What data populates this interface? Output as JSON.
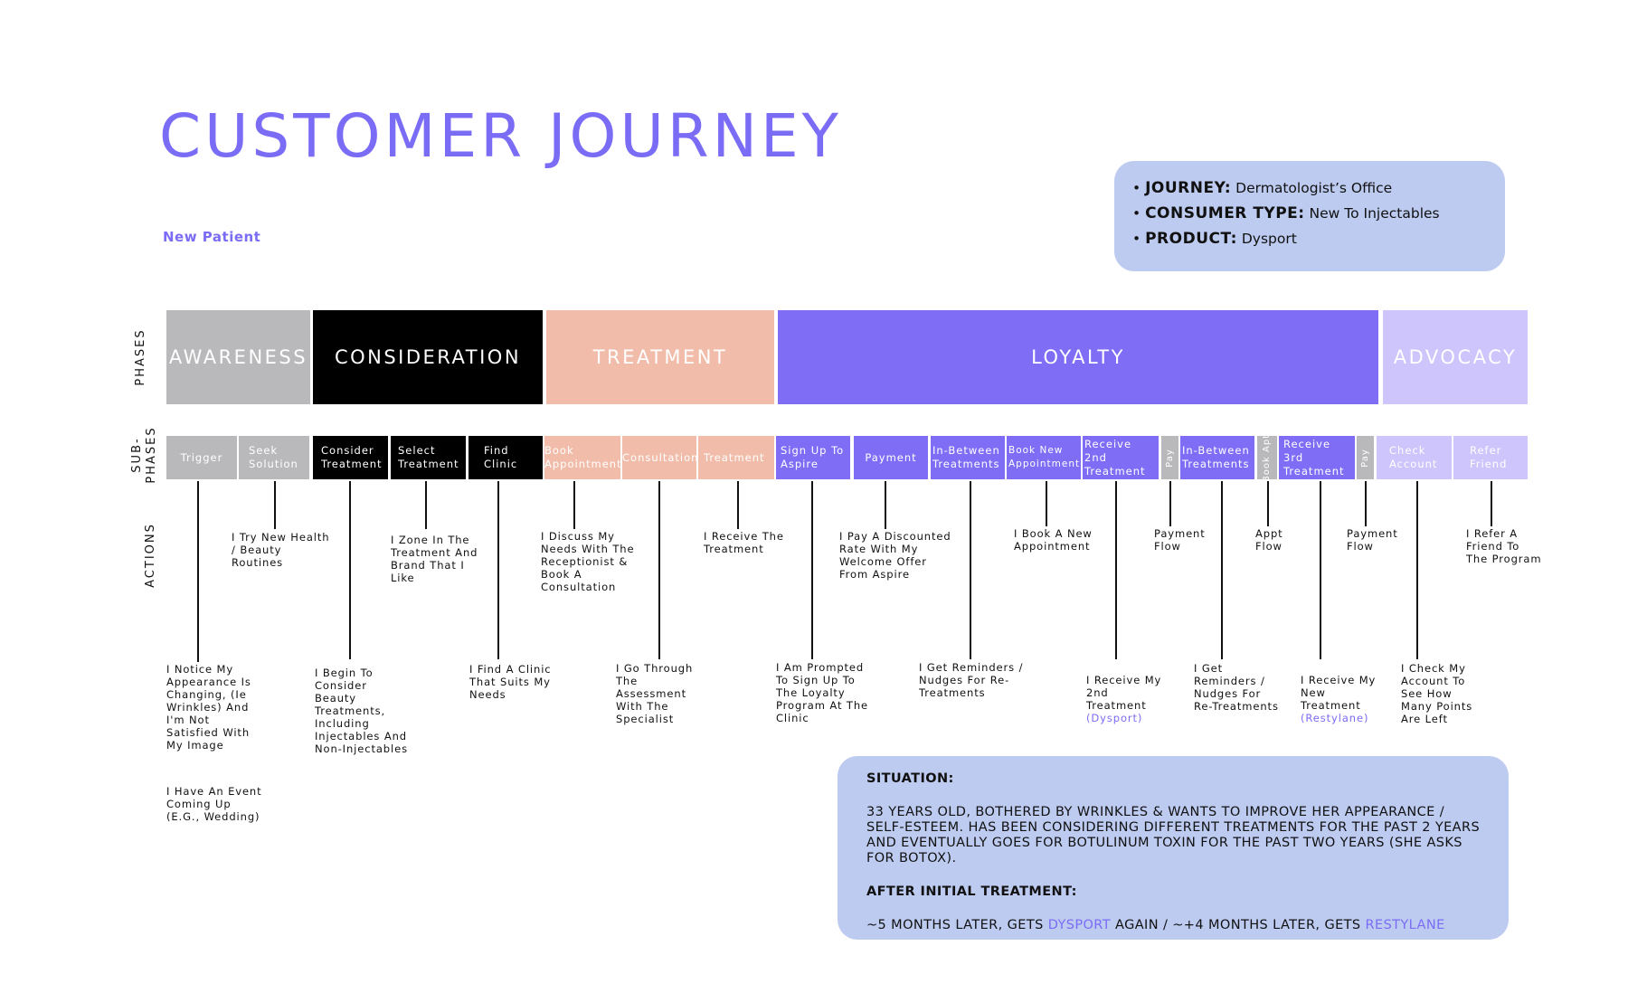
{
  "header": {
    "title": "CUSTOMER JOURNEY",
    "subtitle": "New Patient"
  },
  "info": {
    "items": [
      {
        "label": "JOURNEY:",
        "value": "Dermatologist’s Office"
      },
      {
        "label": "CONSUMER TYPE:",
        "value": "New To Injectables"
      },
      {
        "label": "PRODUCT:",
        "value": "Dysport"
      }
    ]
  },
  "row_labels": {
    "phases": "PHASES",
    "subphases_1": "SUB-",
    "subphases_2": "PHASES",
    "actions": "ACTIONS"
  },
  "phases": [
    {
      "label": "AWARENESS",
      "color": "#b9b9bb"
    },
    {
      "label": "CONSIDERATION",
      "color": "#000000"
    },
    {
      "label": "TREATMENT",
      "color": "#f1bdaa"
    },
    {
      "label": "LOYALTY",
      "color": "#7f6df6"
    },
    {
      "label": "ADVOCACY",
      "color": "#cdc5fb"
    }
  ],
  "subphases": [
    {
      "label": "Trigger"
    },
    {
      "label": "Seek Solution"
    },
    {
      "label": "Consider Treatment"
    },
    {
      "label": "Select Treatment"
    },
    {
      "label": "Find Clinic"
    },
    {
      "label": "Book Appointment"
    },
    {
      "label": "Consultation"
    },
    {
      "label": "Treatment"
    },
    {
      "label": "Sign Up To Aspire"
    },
    {
      "label": "Payment"
    },
    {
      "label": "In-Between Treatments"
    },
    {
      "label": "Book New Appointment"
    },
    {
      "label": "Receive 2nd Treatment"
    },
    {
      "label": "Pay"
    },
    {
      "label": "In-Between Treatments"
    },
    {
      "label": "Book Apt"
    },
    {
      "label": "Receive 3rd Treatment"
    },
    {
      "label": "Pay"
    },
    {
      "label": "Check Account"
    },
    {
      "label": "Refer Friend"
    }
  ],
  "actions": {
    "a1": "I Notice My\nAppearance Is\nChanging, (Ie\nWrinkles) And\nI'm Not\nSatisfied With\nMy Image",
    "a1b": "I Have An Event\nComing Up\n(E.G., Wedding)",
    "a2": "I Try New Health\n/ Beauty\nRoutines",
    "a3": "I Begin To\nConsider\nBeauty\nTreatments,\nIncluding\nInjectables And\nNon-Injectables",
    "a4": "I Zone In The\nTreatment And\nBrand That I\nLike",
    "a5": "I Find A Clinic\nThat Suits My\nNeeds",
    "a6": "I Discuss My\nNeeds With The\nReceptionist  &\nBook A\nConsultation",
    "a7": "I Go Through\nThe\nAssessment\nWith The\nSpecialist",
    "a8": "I Receive The\nTreatment",
    "a9": "I Am Prompted\nTo Sign Up To\nThe Loyalty\nProgram At The\nClinic",
    "a10": "I Pay A Discounted\nRate With My\nWelcome Offer\nFrom Aspire",
    "a11": "I Get Reminders /\nNudges For Re-\nTreatments",
    "a12": "I Book A New\nAppointment",
    "a13": "I Receive My\n 2nd\nTreatment",
    "a13_accent": "(Dysport)",
    "a14": "Payment\nFlow",
    "a15": "I Get\nReminders /\nNudges For\nRe-Treatments",
    "a16": "Appt\nFlow",
    "a17": "I Receive My\nNew\nTreatment",
    "a17_accent": "(Restylane)",
    "a18": "Payment\nFlow",
    "a19": "I Check My\nAccount To\nSee How\nMany Points\nAre Left",
    "a20": "I Refer A\nFriend To\nThe Program"
  },
  "situation": {
    "heading": "SITUATION:",
    "text": "33 YEARS OLD, BOTHERED BY WRINKLES & WANTS TO IMPROVE HER APPEARANCE / SELF-ESTEEM. HAS BEEN CONSIDERING DIFFERENT TREATMENTS FOR THE PAST 2 YEARS AND EVENTUALLY GOES FOR BOTULINUM TOXIN FOR THE PAST TWO YEARS (SHE ASKS FOR BOTOX).",
    "after_heading": "AFTER INITIAL TREATMENT:",
    "after_1": "~5 MONTHS LATER, GETS ",
    "after_2": "DYSPORT",
    "after_3": " AGAIN / ~+4 MONTHS LATER, GETS ",
    "after_4": "RESTYLANE"
  }
}
